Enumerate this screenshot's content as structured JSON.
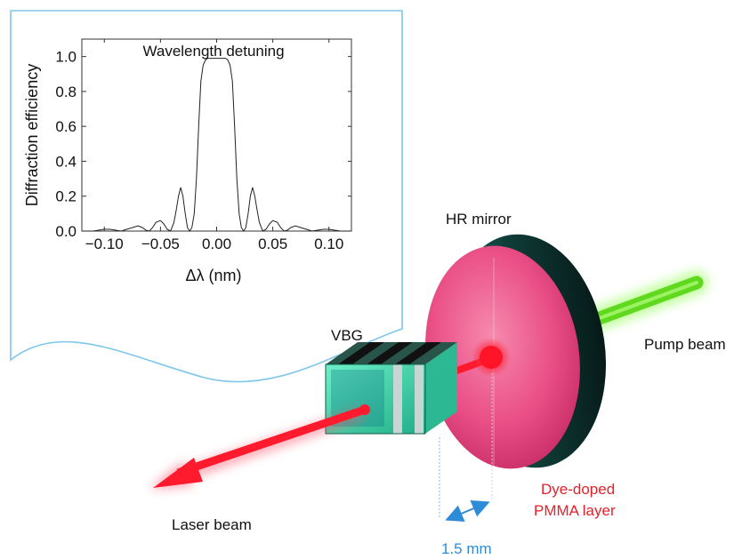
{
  "inset": {
    "title": "Wavelength detuning",
    "xlabel": "Δλ (nm)",
    "ylabel": "Diffraction efficiency"
  },
  "labels": {
    "hr_mirror": "HR mirror",
    "pump_beam": "Pump beam",
    "vbg": "VBG",
    "laser_beam": "Laser beam",
    "dye_line1": "Dye-doped",
    "dye_line2": "PMMA layer",
    "gap": "1.5 mm"
  },
  "colors": {
    "laser": "#ff1a2e",
    "pump": "#66dd22",
    "mirror": "#e8407a",
    "vbg_glass": "#3ee6b0",
    "dimension": "#2e8bd8",
    "dye_label": "#e8202a",
    "inset_border": "#7fc6ea"
  },
  "chart_data": {
    "type": "line",
    "title": "Wavelength detuning",
    "xlabel": "Δλ (nm)",
    "ylabel": "Diffraction efficiency",
    "xlim": [
      -0.12,
      0.12
    ],
    "ylim": [
      0,
      1.1
    ],
    "xticks": [
      "−0.10",
      "−0.05",
      "0.00",
      "0.05",
      "0.10"
    ],
    "xtick_values": [
      -0.1,
      -0.05,
      0.0,
      0.05,
      0.1
    ],
    "yticks": [
      "0.0",
      "0.2",
      "0.4",
      "0.6",
      "0.8",
      "1.0"
    ],
    "ytick_values": [
      0.0,
      0.2,
      0.4,
      0.6,
      0.8,
      1.0
    ],
    "grid": false,
    "series": [
      {
        "x": [
          -0.12,
          -0.11,
          -0.105,
          -0.1,
          -0.095,
          -0.09,
          -0.085,
          -0.08,
          -0.075,
          -0.07,
          -0.066,
          -0.063,
          -0.06,
          -0.057,
          -0.054,
          -0.05,
          -0.047,
          -0.044,
          -0.041,
          -0.038,
          -0.036,
          -0.034,
          -0.032,
          -0.03,
          -0.028,
          -0.026,
          -0.024,
          -0.022,
          -0.02,
          -0.018,
          -0.016,
          -0.014,
          -0.012,
          -0.01,
          -0.008,
          -0.006,
          -0.004,
          -0.002,
          0,
          0.002,
          0.004,
          0.006,
          0.008,
          0.01,
          0.012,
          0.014,
          0.016,
          0.018,
          0.02,
          0.022,
          0.024,
          0.026,
          0.028,
          0.03,
          0.032,
          0.034,
          0.036,
          0.038,
          0.041,
          0.044,
          0.047,
          0.05,
          0.054,
          0.057,
          0.06,
          0.063,
          0.066,
          0.07,
          0.075,
          0.08,
          0.085,
          0.09,
          0.095,
          0.1,
          0.105,
          0.11,
          0.12
        ],
        "y": [
          0,
          0,
          0.005,
          0.01,
          0.01,
          0.005,
          0,
          0.01,
          0.02,
          0.03,
          0.02,
          0.005,
          0,
          0.02,
          0.05,
          0.06,
          0.04,
          0.01,
          0,
          0.05,
          0.12,
          0.2,
          0.25,
          0.2,
          0.1,
          0.02,
          0,
          0.02,
          0.1,
          0.3,
          0.6,
          0.86,
          0.95,
          0.98,
          0.99,
          0.99,
          0.99,
          0.99,
          0.99,
          0.99,
          0.99,
          0.99,
          0.99,
          0.98,
          0.95,
          0.86,
          0.6,
          0.3,
          0.1,
          0.02,
          0,
          0.02,
          0.1,
          0.2,
          0.25,
          0.2,
          0.12,
          0.05,
          0,
          0.01,
          0.04,
          0.06,
          0.05,
          0.02,
          0,
          0.005,
          0.02,
          0.03,
          0.02,
          0.01,
          0,
          0.005,
          0.01,
          0.01,
          0.005,
          0,
          0
        ]
      }
    ]
  }
}
